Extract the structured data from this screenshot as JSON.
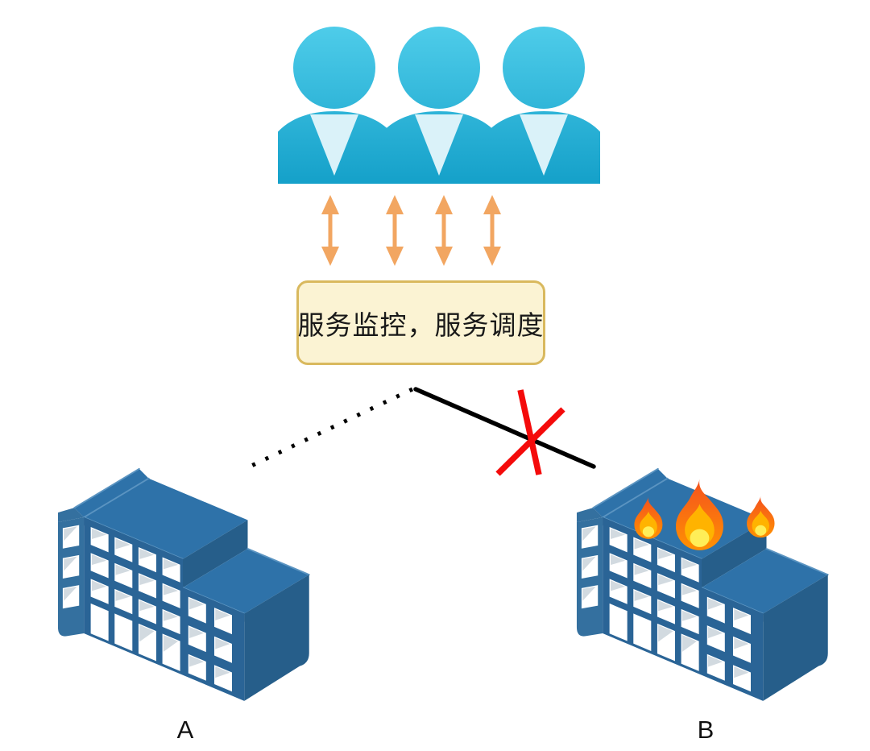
{
  "diagram": {
    "control_box": {
      "label": "服务监控，服务调度"
    },
    "users_icon": {
      "person_count": 3
    },
    "arrows": {
      "count": 4,
      "direction": "bidirectional-vertical"
    },
    "buildings": [
      {
        "label": "A",
        "on_fire": false,
        "flame_count": 0
      },
      {
        "label": "B",
        "on_fire": true,
        "flame_count": 3
      }
    ],
    "connections": [
      {
        "to": "A",
        "style": "dotted",
        "crossed_out": false
      },
      {
        "to": "B",
        "style": "solid",
        "crossed_out": true
      }
    ]
  },
  "colors": {
    "user_cyan_light": "#4fcdea",
    "user_cyan_dark": "#14a0c9",
    "collar_light": "#daf2f9",
    "arrow_orange": "#f2a661",
    "box_fill": "#fbf3d3",
    "box_border": "#d9b95e",
    "box_text": "#191919",
    "line_black": "#000000",
    "cross_red": "#f40b0b",
    "building_face": "#2a6496",
    "building_face_light": "#34709f",
    "building_roof": "#2e72a9",
    "building_side": "#265e8a",
    "building_band": "#215379",
    "roof_edge": "#5b94c1",
    "window_white": "#ffffff",
    "window_fold": "#d2dae0",
    "flame_outer_top": "#f4511e",
    "flame_outer_bottom": "#ff9102",
    "flame_mid": "#ffb300",
    "flame_core": "#ffee58",
    "label_color": "#111111"
  }
}
